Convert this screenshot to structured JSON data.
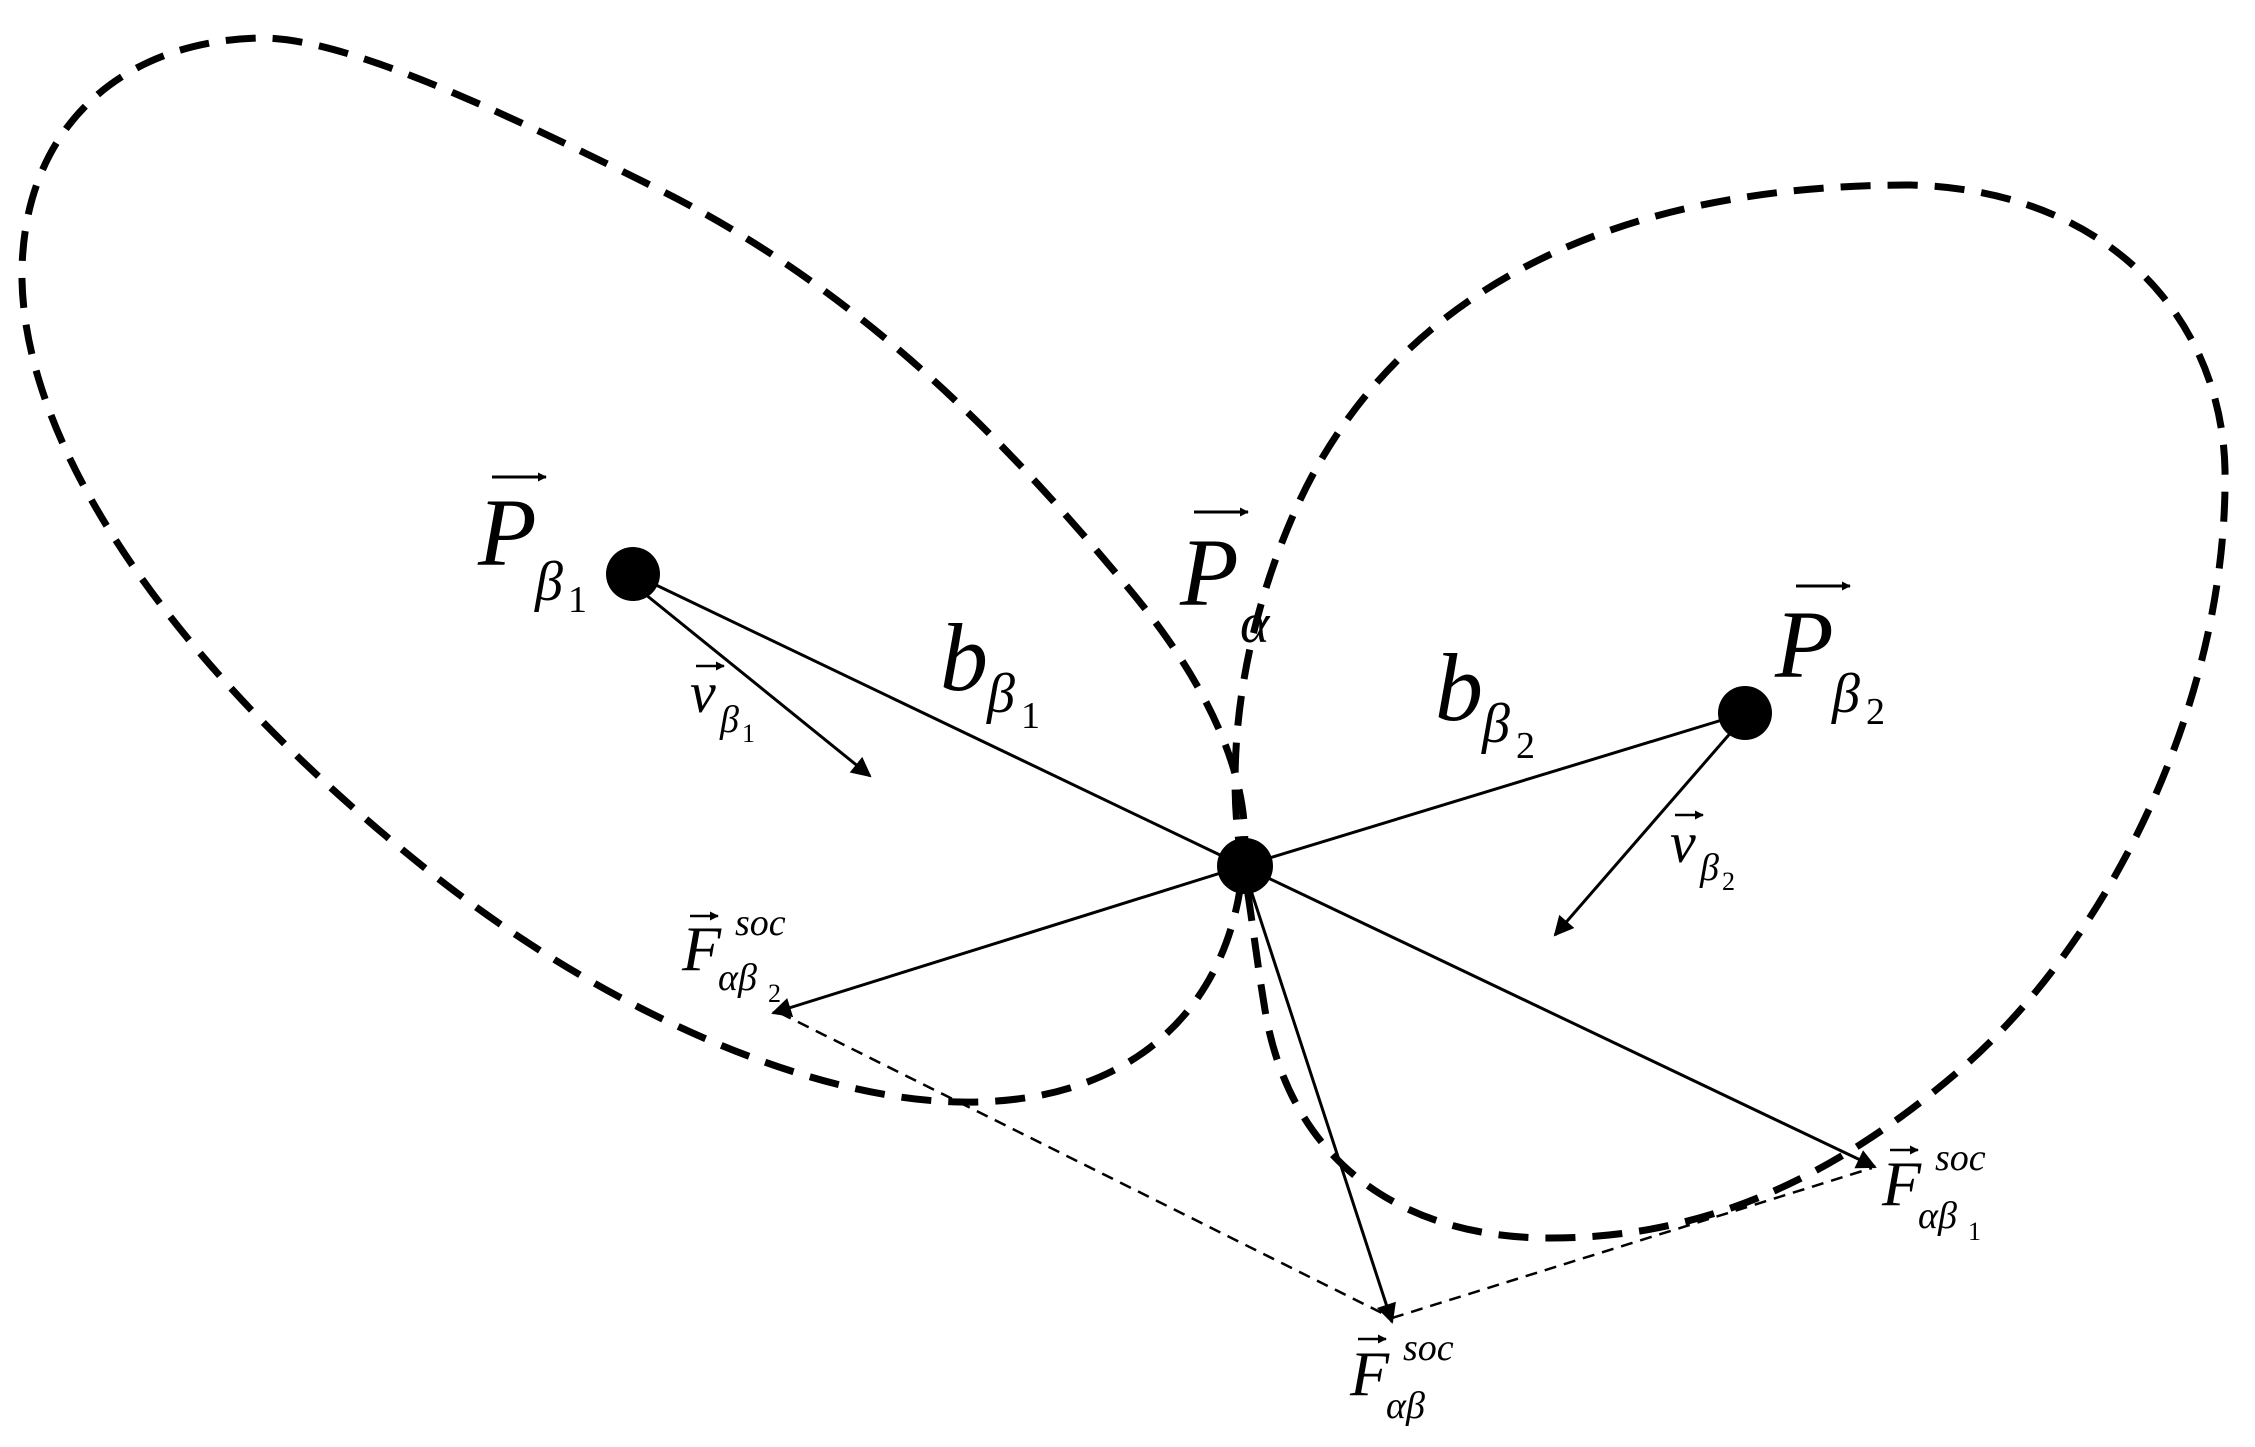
{
  "labels": {
    "p_beta1": {
      "main": "P",
      "sub": "β",
      "subidx": "1"
    },
    "p_alpha": {
      "main": "P",
      "sub": "α"
    },
    "p_beta2": {
      "main": "P",
      "sub": "β",
      "subidx": "2"
    },
    "b_beta1": {
      "main": "b",
      "sub": "β",
      "subidx": "1"
    },
    "b_beta2": {
      "main": "b",
      "sub": "β",
      "subidx": "2"
    },
    "v_beta1": {
      "main": "v",
      "sub": "β",
      "subidx": "1"
    },
    "v_beta2": {
      "main": "v",
      "sub": "β",
      "subidx": "2"
    },
    "f_ab2": {
      "main": "F",
      "sup": "soc",
      "sub": "αβ",
      "subidx": "2"
    },
    "f_ab1": {
      "main": "F",
      "sup": "soc",
      "sub": "αβ",
      "subidx": "1"
    },
    "f_ab": {
      "main": "F",
      "sup": "soc",
      "sub": "αβ"
    }
  },
  "colors": {
    "ink": "#000000",
    "background": "#ffffff"
  }
}
